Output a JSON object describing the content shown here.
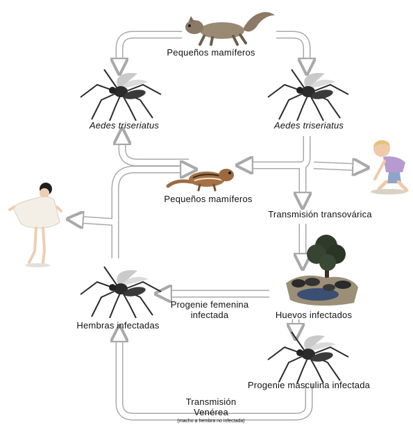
{
  "labels": {
    "mammals_top": "Pequeños mamíferos",
    "aedes_left": "Aedes triseriatus",
    "aedes_right": "Aedes triseriatus",
    "mammals_center": "Pequeños mamíferos",
    "transovarial": "Transmisión transovárica",
    "female_progeny_1": "Progenie femenina",
    "female_progeny_2": "infectada",
    "infected_females": "Hembras infectadas",
    "infected_eggs": "Huevos infectados",
    "male_progeny": "Progenie masculina infectada",
    "venereal_1": "Transmisión",
    "venereal_2": "Venérea",
    "venereal_note": "(macho a hembra no infectada)"
  },
  "icons": {
    "squirrel": "squirrel-icon",
    "chipmunk": "chipmunk-icon",
    "mosquito": "mosquito-icon",
    "girl": "girl-icon",
    "boy": "boy-icon",
    "eggs_habitat": "tree-hole-eggs-icon"
  },
  "colors": {
    "arrow_fill": "#ffffff",
    "arrow_outline": "#a9a9a9",
    "squirrel": "#8a7a66",
    "chipmunk": "#9a6b3f",
    "mosquito": "#2b2b2b",
    "tree": "#2f3a2a",
    "water": "#3a4f72"
  }
}
